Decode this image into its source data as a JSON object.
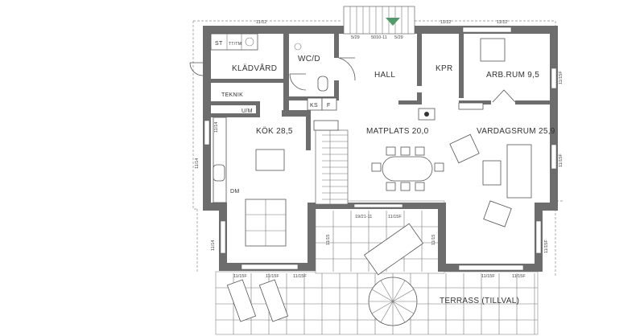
{
  "rooms": {
    "kladvard": "KLÄDVÅRD",
    "wc": "WC/D",
    "hall": "HALL",
    "kpr": "KPR",
    "arbrum": "ARB.RUM 9,5",
    "teknik": "TEKNIK",
    "um": "U/M",
    "kok": "KÖK 28,5",
    "matplats": "MATPLATS 20,0",
    "vardagsrum": "VARDAGSRUM 25,9",
    "st": "ST",
    "tttm": "TT/TM",
    "ks": "KS",
    "f": "F",
    "dm": "DM",
    "terrass": "TERRASS (TILLVAL)"
  },
  "dims": {
    "top_left": "11/12",
    "top_win_a": "11/12",
    "top_win_b": "11/12",
    "entry_left": "5/29",
    "entry_mid": "5010-11",
    "entry_right": "5/29",
    "left_a": "11/14",
    "left_b": "11/14",
    "left_c": "11/14",
    "right_a": "11/15F",
    "right_b": "11/15F",
    "right_c": "11/15F",
    "mid_a": "19/21-11",
    "mid_b": "11/15F",
    "bot_a": "11/15F",
    "bot_b": "11/15F",
    "bot_c": "11/15F",
    "bot_d": "11/15F",
    "bot_e": "11/15F",
    "side_l": "11/15",
    "side_r": "11/15"
  }
}
